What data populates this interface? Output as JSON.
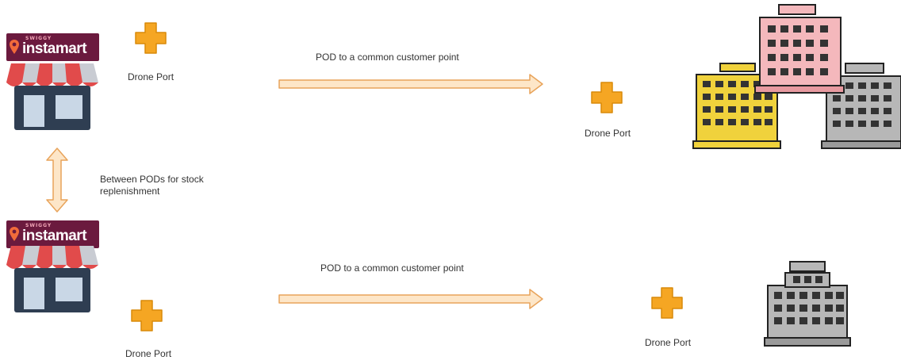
{
  "store_top": {
    "brand_small": "SWIGGY",
    "brand_name": "instamart"
  },
  "store_bottom": {
    "brand_small": "SWIGGY",
    "brand_name": "instamart"
  },
  "drone_port_top_left": "Drone Port",
  "drone_port_top_right": "Drone Port",
  "drone_port_bottom_left": "Drone Port",
  "drone_port_bottom_right": "Drone Port",
  "arrow_top_label": "POD to a common customer point",
  "arrow_bottom_label": "POD to a common customer point",
  "between_pods_label": "Between PODs for stock replenishment",
  "colors": {
    "drone_fill": "#f5a623",
    "drone_stroke": "#d98a0a",
    "arrow_fill": "#fde6c8",
    "arrow_stroke": "#e8a35a",
    "brand_bg": "#6b1a3e",
    "awning_red": "#e14b4b",
    "awning_grey": "#c9ccd3",
    "store_body": "#2f3e52",
    "building_yellow": "#f0d23c",
    "building_pink": "#f4b8bc",
    "building_grey": "#b7b7b7"
  }
}
